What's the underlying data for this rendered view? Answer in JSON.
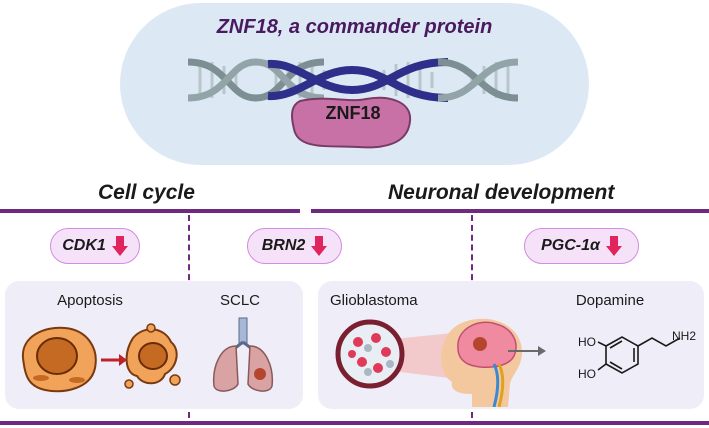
{
  "header": {
    "title": "ZNF18, a commander protein",
    "protein_label": "ZNF18"
  },
  "sections": {
    "left_title": "Cell cycle",
    "right_title": "Neuronal development"
  },
  "genes": [
    {
      "label": "CDK1",
      "direction_icon": "down-arrow-icon"
    },
    {
      "label": "BRN2",
      "direction_icon": "down-arrow-icon"
    },
    {
      "label": "PGC-1α",
      "direction_icon": "down-arrow-icon"
    }
  ],
  "panels": {
    "apoptosis": "Apoptosis",
    "sclc": "SCLC",
    "glioblastoma": "Glioblastoma",
    "dopamine": "Dopamine"
  },
  "dopamine_structure": {
    "ho_top": "HO",
    "ho_bottom": "HO",
    "amine": "NH2"
  },
  "colors": {
    "accent_purple": "#6d2a7e",
    "arrow_pink": "#e0245e",
    "pill_bg": "#dce9f5",
    "gene_pill_bg": "#f6e2f8",
    "panel_bg": "#efedf7"
  }
}
